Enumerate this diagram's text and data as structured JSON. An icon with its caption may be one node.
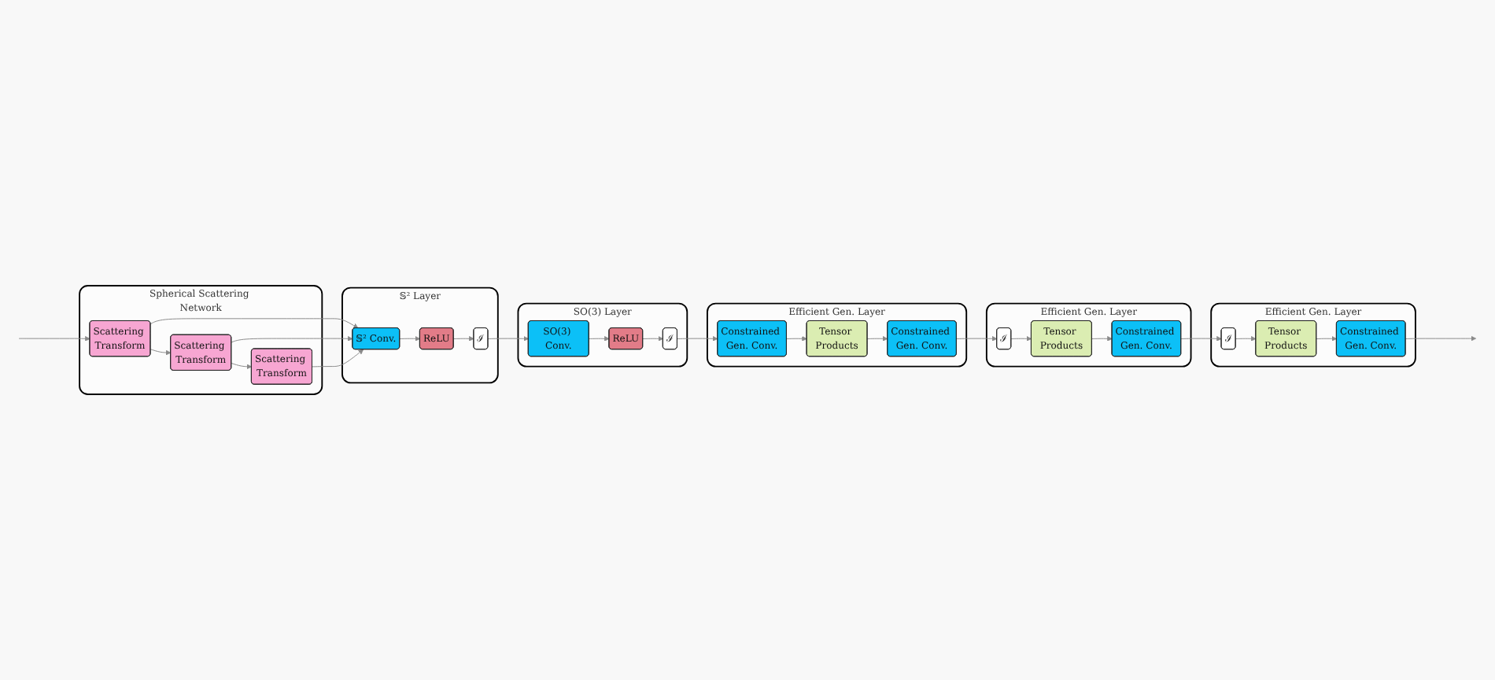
{
  "diagram": {
    "nodes": [
      {
        "text": [
          "Spherical Scattering Network"
        ]
      },
      {
        "text": [
          "Scattering Transform"
        ],
        "in": 0
      },
      {
        "text": [
          "Scattering Transform"
        ],
        "in": 0
      },
      {
        "text": [
          "Scattering Transform"
        ],
        "in": 0
      },
      {
        "text": [
          "𝕊² Layer"
        ]
      },
      {
        "text": [
          "𝕊² Conv."
        ],
        "in": 4
      },
      {
        "text": [
          "ReLU"
        ],
        "in": 4
      },
      {
        "text": [
          "ℐ"
        ],
        "in": 4
      },
      {
        "text": [
          "SO(3) Layer"
        ]
      },
      {
        "text": [
          "SO(3) Conv."
        ],
        "in": 8
      },
      {
        "text": [
          "ReLU"
        ],
        "in": 8
      },
      {
        "text": [
          "ℐ"
        ],
        "in": 8
      },
      {
        "text": [
          "Efficient Gen. Layer"
        ]
      },
      {
        "text": [
          "Constrained Gen. Conv."
        ],
        "in": 12
      },
      {
        "text": [
          "Tensor Products"
        ],
        "in": 12
      },
      {
        "text": [
          "Constrained Gen. Conv."
        ],
        "in": 12
      },
      {
        "text": [
          "Efficient Gen. Layer"
        ]
      },
      {
        "text": [
          "ℐ"
        ],
        "in": 16
      },
      {
        "text": [
          "Tensor Products"
        ],
        "in": 16
      },
      {
        "text": [
          "Constrained Gen. Conv."
        ],
        "in": 16
      },
      {
        "text": [
          "Efficient Gen. Layer"
        ]
      },
      {
        "text": [
          "ℐ"
        ],
        "in": 20
      },
      {
        "text": [
          "Tensor Products"
        ],
        "in": 20
      },
      {
        "text": [
          "Constrained Gen. Conv."
        ],
        "in": 20
      }
    ],
    "edges": [
      {
        "from": null,
        "to": 1,
        "arrow": "to"
      },
      {
        "from": 1,
        "to": 2,
        "arrow": "to"
      },
      {
        "from": 2,
        "to": 3,
        "arrow": "to"
      },
      {
        "from": 1,
        "to": 5,
        "arrow": "to"
      },
      {
        "from": 2,
        "to": 5,
        "arrow": "to"
      },
      {
        "from": 3,
        "to": 5,
        "arrow": "to"
      },
      {
        "from": 5,
        "to": 6,
        "arrow": "to"
      },
      {
        "from": 6,
        "to": 7,
        "arrow": "to"
      },
      {
        "from": 7,
        "to": 9,
        "arrow": "to"
      },
      {
        "from": 9,
        "to": 10,
        "arrow": "to"
      },
      {
        "from": 10,
        "to": 11,
        "arrow": "to"
      },
      {
        "from": 11,
        "to": 13,
        "arrow": "to"
      },
      {
        "from": 13,
        "to": 14,
        "arrow": "to"
      },
      {
        "from": 14,
        "to": 15,
        "arrow": "to"
      },
      {
        "from": 15,
        "to": 17,
        "arrow": "to"
      },
      {
        "from": 17,
        "to": 18,
        "arrow": "to"
      },
      {
        "from": 18,
        "to": 19,
        "arrow": "to"
      },
      {
        "from": 19,
        "to": 21,
        "arrow": "to"
      },
      {
        "from": 21,
        "to": 22,
        "arrow": "to"
      },
      {
        "from": 22,
        "to": 23,
        "arrow": "to"
      },
      {
        "from": 23,
        "to": null,
        "arrow": "to"
      }
    ]
  }
}
